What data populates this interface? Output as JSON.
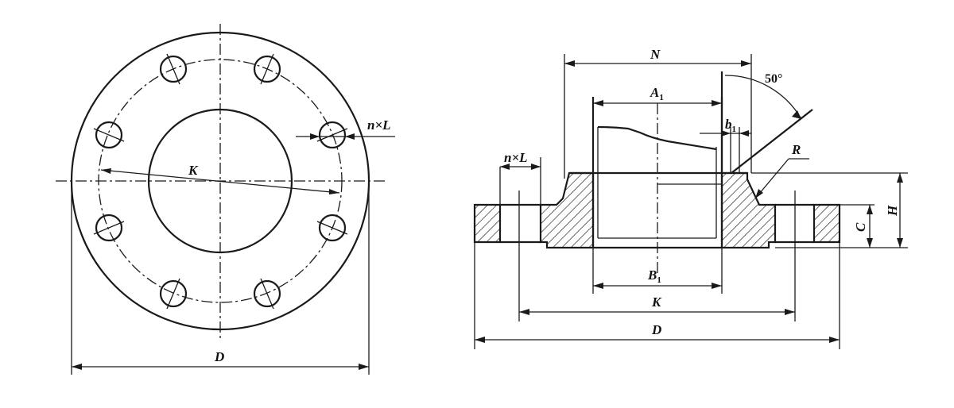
{
  "front_view": {
    "label_K": "K",
    "label_D": "D",
    "label_nL": "n×L"
  },
  "section_view": {
    "label_N": "N",
    "label_A": "A",
    "label_A_sub": "1",
    "label_b": "b",
    "label_b_sub": "1",
    "label_angle": "50°",
    "label_R": "R",
    "label_nL": "n×L",
    "label_C": "C",
    "label_H": "H",
    "label_B": "B",
    "label_B_sub": "1",
    "label_K": "K",
    "label_D": "D"
  }
}
